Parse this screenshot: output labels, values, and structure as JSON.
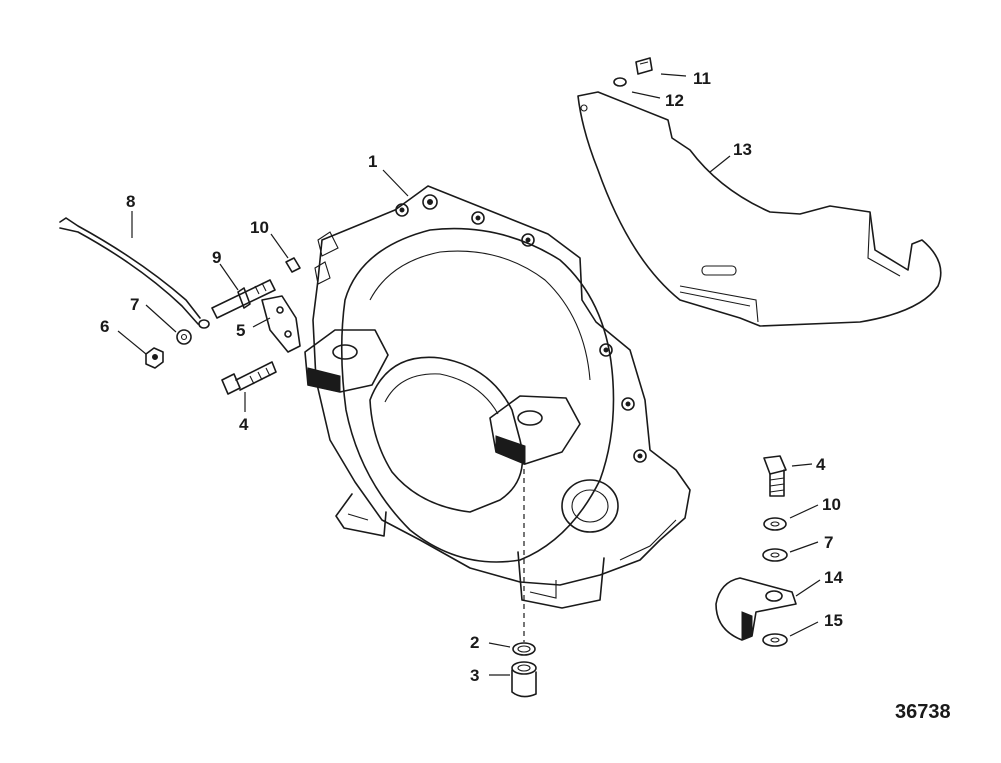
{
  "diagram": {
    "drawing_number": "36738",
    "callouts": [
      {
        "id": "c1",
        "label": "1"
      },
      {
        "id": "c2",
        "label": "2"
      },
      {
        "id": "c3",
        "label": "3"
      },
      {
        "id": "c4a",
        "label": "4"
      },
      {
        "id": "c4b",
        "label": "4"
      },
      {
        "id": "c5",
        "label": "5"
      },
      {
        "id": "c6",
        "label": "6"
      },
      {
        "id": "c7a",
        "label": "7"
      },
      {
        "id": "c7b",
        "label": "7"
      },
      {
        "id": "c8",
        "label": "8"
      },
      {
        "id": "c9",
        "label": "9"
      },
      {
        "id": "c10a",
        "label": "10"
      },
      {
        "id": "c10b",
        "label": "10"
      },
      {
        "id": "c11",
        "label": "11"
      },
      {
        "id": "c12",
        "label": "12"
      },
      {
        "id": "c13",
        "label": "13"
      },
      {
        "id": "c14",
        "label": "14"
      },
      {
        "id": "c15",
        "label": "15"
      }
    ]
  }
}
